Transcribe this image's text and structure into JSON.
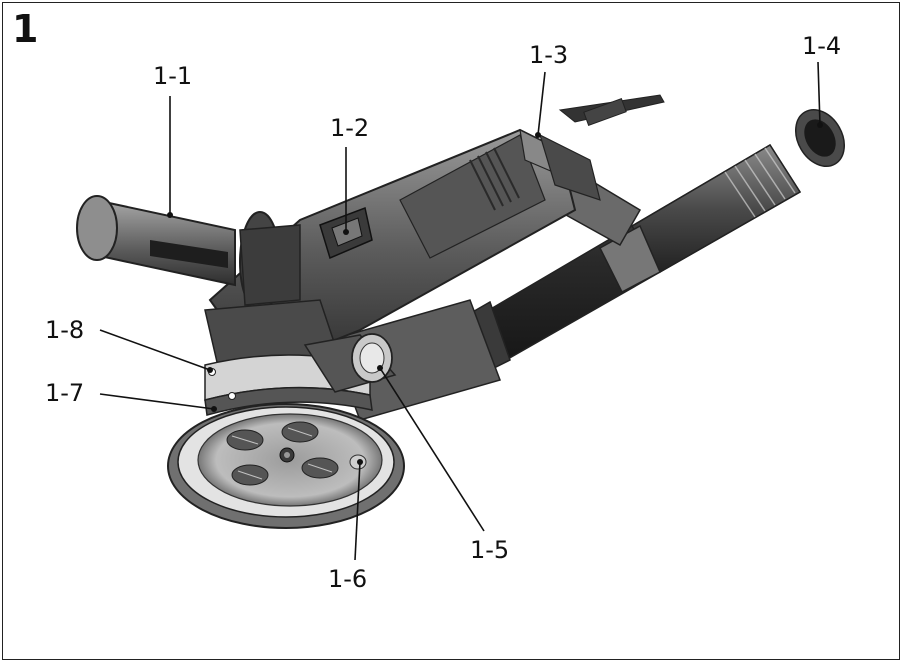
{
  "figure": {
    "number": "1",
    "callouts": [
      "1-1",
      "1-2",
      "1-3",
      "1-4",
      "1-5",
      "1-6",
      "1-7",
      "1-8"
    ]
  },
  "colors": {
    "outline": "#222222",
    "body_dark": "#3a3a3a",
    "body_mid": "#6b6b6b",
    "body_light": "#b5b5b5",
    "hose": "#2b2b2b",
    "background": "#ffffff"
  }
}
